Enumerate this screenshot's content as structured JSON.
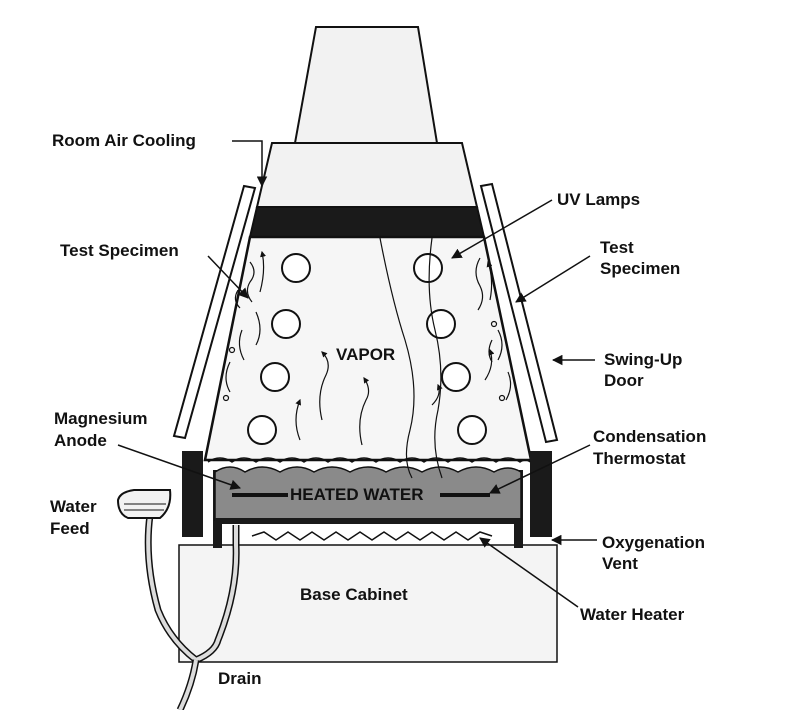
{
  "labels": {
    "room_air_cooling": "Room Air Cooling",
    "uv_lamps": "UV Lamps",
    "test_specimen_left": "Test Specimen",
    "test_specimen_right_1": "Test",
    "test_specimen_right_2": "Specimen",
    "vapor": "VAPOR",
    "swing_up_door_1": "Swing-Up",
    "swing_up_door_2": "Door",
    "magnesium_anode_1": "Magnesium",
    "magnesium_anode_2": "Anode",
    "condensation_thermostat_1": "Condensation",
    "condensation_thermostat_2": "Thermostat",
    "heated_water": "HEATED WATER",
    "water_feed_1": "Water",
    "water_feed_2": "Feed",
    "oxygenation_vent_1": "Oxygenation",
    "oxygenation_vent_2": "Vent",
    "base_cabinet": "Base Cabinet",
    "water_heater": "Water Heater",
    "drain": "Drain"
  },
  "colors": {
    "ink": "#111111",
    "panel": "#efefef",
    "water": "#8a8a8a",
    "band": "#1a1a1a"
  }
}
